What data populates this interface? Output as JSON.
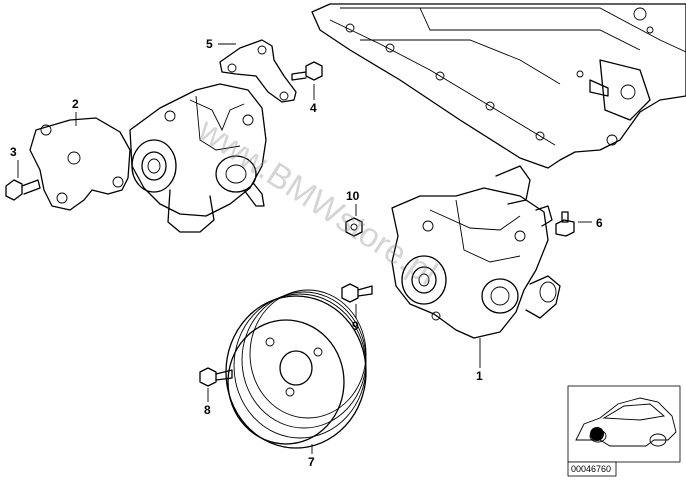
{
  "callouts": [
    {
      "id": "c1",
      "label": "1"
    },
    {
      "id": "c2",
      "label": "2"
    },
    {
      "id": "c3",
      "label": "3"
    },
    {
      "id": "c4",
      "label": "4"
    },
    {
      "id": "c5",
      "label": "5"
    },
    {
      "id": "c6",
      "label": "6"
    },
    {
      "id": "c7",
      "label": "7"
    },
    {
      "id": "c8",
      "label": "8"
    },
    {
      "id": "c9",
      "label": "9"
    },
    {
      "id": "c10",
      "label": "10"
    }
  ],
  "watermark": "www.BMWstore.pl",
  "reference_number": "00046760"
}
